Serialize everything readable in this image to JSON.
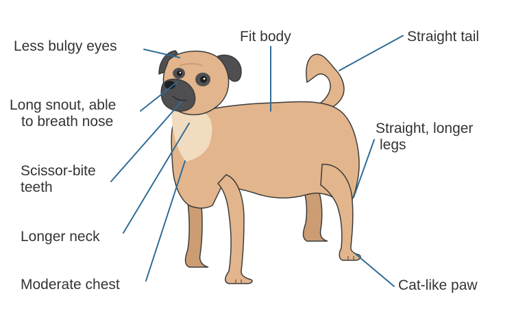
{
  "labels": {
    "eyes": "Less bulgy eyes",
    "body": "Fit body",
    "tail": "Straight tail",
    "snout_line1": "Long snout, able",
    "snout_line2": "to breath nose",
    "legs_line1": "Straight, longer",
    "legs_line2": "legs",
    "teeth_line1": "Scissor-bite",
    "teeth_line2": "teeth",
    "neck": "Longer neck",
    "chest": "Moderate chest",
    "paw": "Cat-like paw"
  },
  "colors": {
    "leader": "#2e6b96",
    "text": "#333333",
    "fur": "#e2b58c",
    "fur_shadow": "#cc9c72",
    "cream": "#f1dcc0",
    "mask": "#4f4f52",
    "outline": "#3a3a3a"
  }
}
